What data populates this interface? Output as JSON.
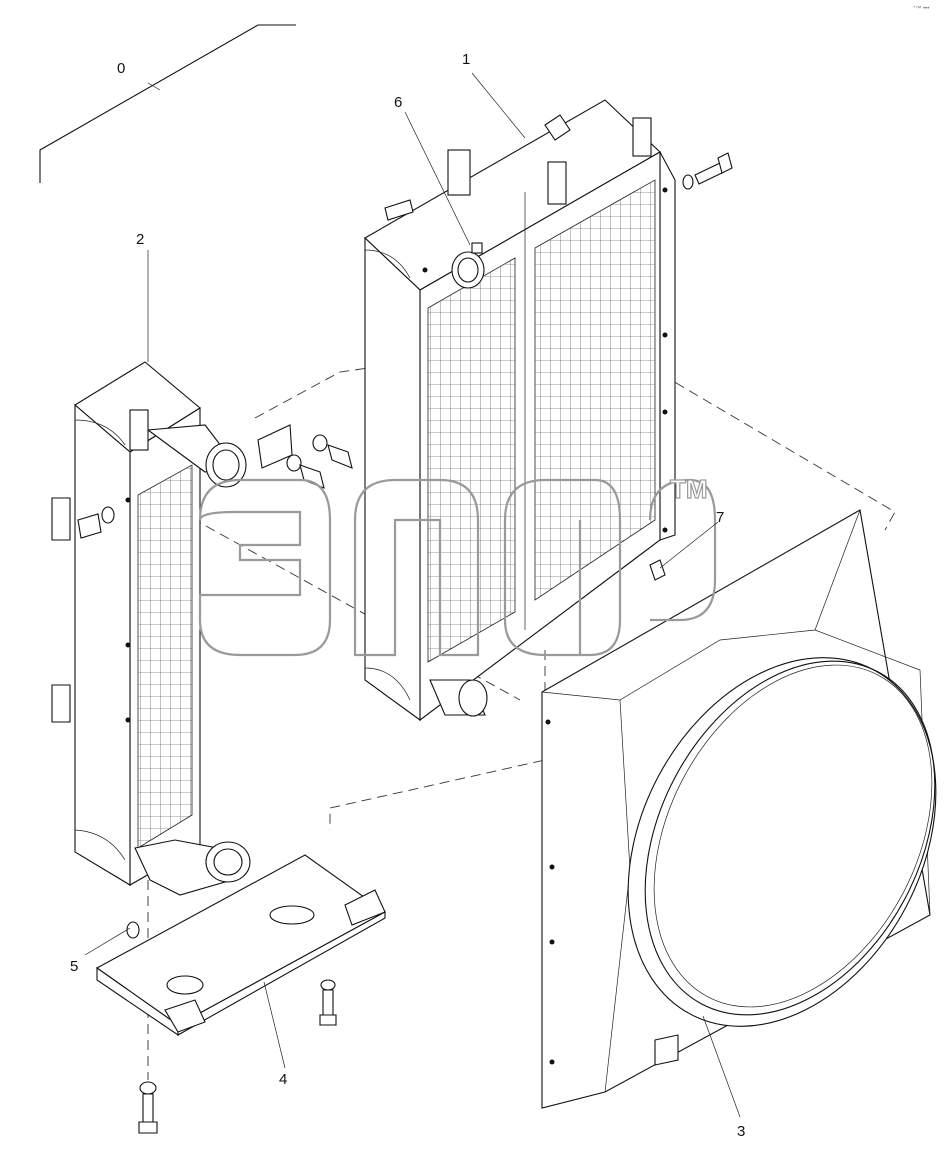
{
  "corner_tag": "°™ •••",
  "watermark": {
    "tm": "TM"
  },
  "callouts": [
    {
      "id": "0",
      "label": "0"
    },
    {
      "id": "1",
      "label": "1"
    },
    {
      "id": "2",
      "label": "2"
    },
    {
      "id": "3",
      "label": "3"
    },
    {
      "id": "4",
      "label": "4"
    },
    {
      "id": "5",
      "label": "5"
    },
    {
      "id": "6",
      "label": "6"
    },
    {
      "id": "7",
      "label": "7"
    }
  ]
}
